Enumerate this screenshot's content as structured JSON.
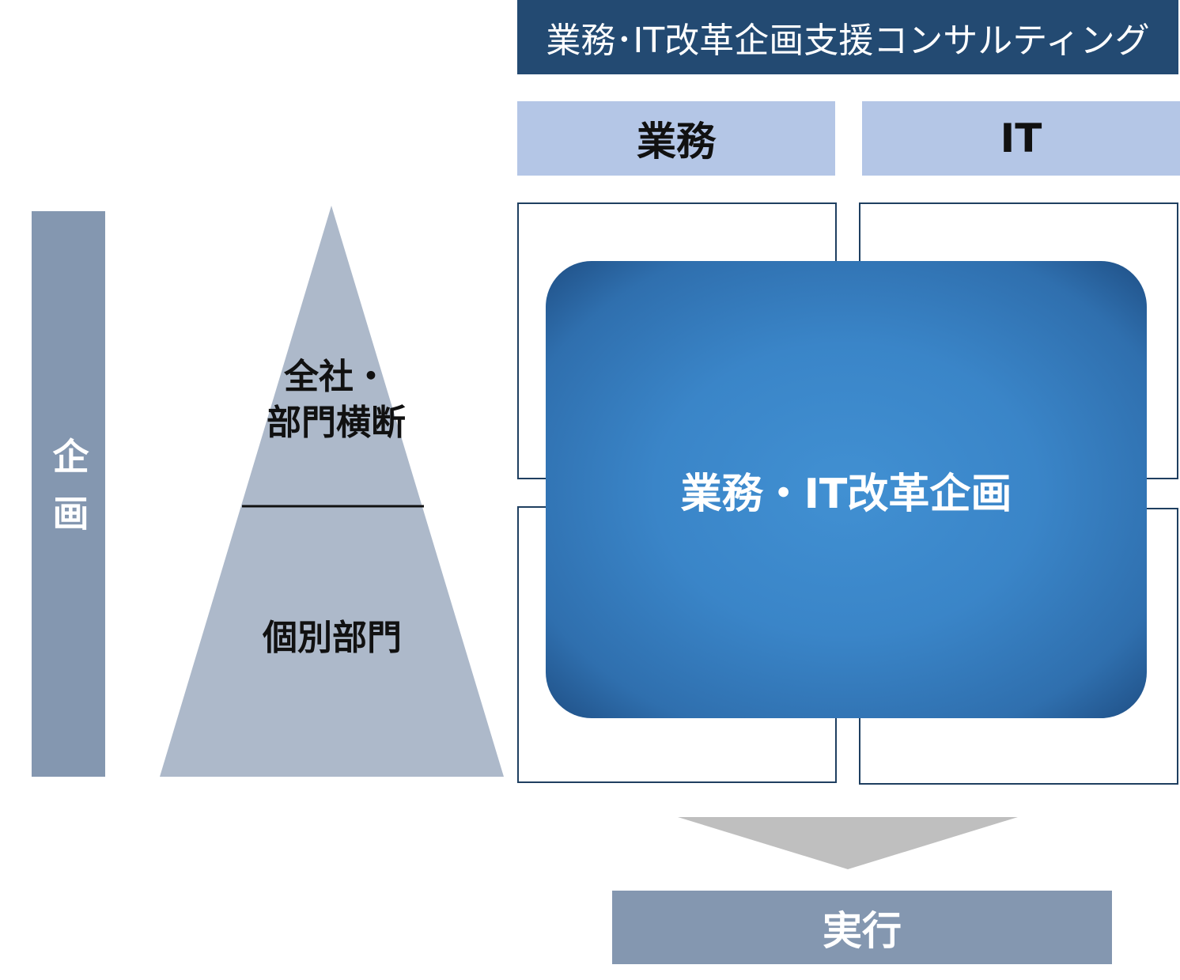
{
  "header": {
    "title": "業務･IT改革企画支援コンサルティング"
  },
  "columns": {
    "left": "業務",
    "right": "IT"
  },
  "center": {
    "label": "業務・IT改革企画"
  },
  "left_bar": {
    "label": "企画"
  },
  "pyramid": {
    "top_label": "全社・\n部門横断",
    "bottom_label": "個別部門"
  },
  "execute": {
    "label": "実行"
  },
  "colors": {
    "header_bg": "#234a72",
    "column_head_bg": "#b4c6e6",
    "quad_border": "#1f3f60",
    "center_light": "#4190d2",
    "center_dark": "#1f4f85",
    "left_bar_bg": "#8497b0",
    "pyramid_fill": "#adb9ca",
    "arrow_fill": "#bfbfbf",
    "execute_bg": "#8497b0"
  }
}
